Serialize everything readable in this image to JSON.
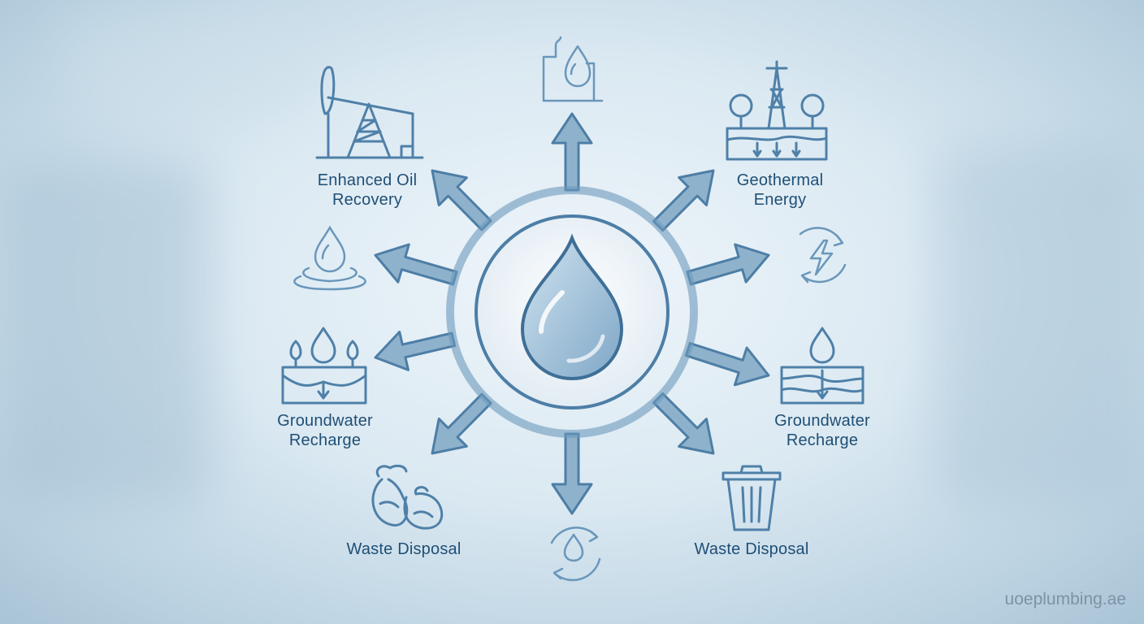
{
  "labels": {
    "enhanced_oil_recovery": [
      "Enhanced Oil",
      "Recovery"
    ],
    "geothermal_energy": [
      "Geothermal",
      "Energy"
    ],
    "groundwater_recharge_left": [
      "Groundwater",
      "Recharge"
    ],
    "groundwater_recharge_right": [
      "Groundwater",
      "Recharge"
    ],
    "waste_disposal_left": "Waste Disposal",
    "waste_disposal_right": "Waste Disposal"
  },
  "watermark": "uoeplumbing.ae",
  "colors": {
    "stroke": "#4d7ea6",
    "arrow_fill": "#8fb2cc",
    "icon": "#5f8db3",
    "text": "#1f4f75"
  },
  "icons": {
    "top": "water-tank-icon",
    "top_left": "oil-pump-jack-icon",
    "top_right": "drilling-rig-trees-icon",
    "right_upper": "energy-cycle-icon",
    "left_upper": "water-ripple-icon",
    "left_lower": "groundwater-trees-icon",
    "right_lower": "groundwater-infiltration-icon",
    "bottom_left": "waste-bags-icon",
    "bottom_right": "trash-can-icon",
    "bottom": "water-recycle-icon",
    "center": "water-drop-icon"
  }
}
